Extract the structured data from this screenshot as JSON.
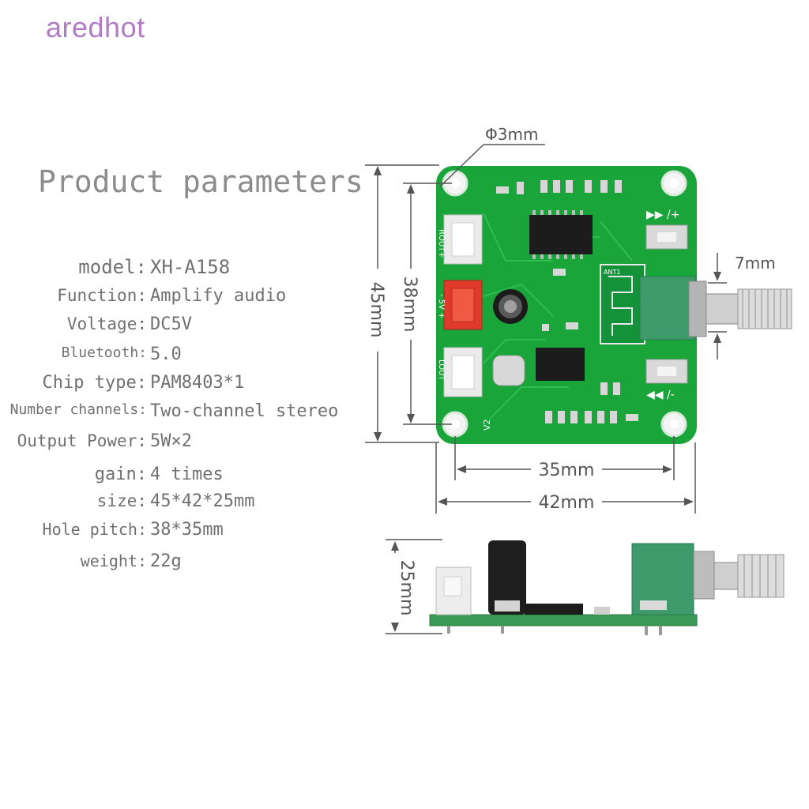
{
  "watermark": "aredhot",
  "heading": "Product parameters",
  "params": [
    {
      "label": "model:",
      "value": "XH-A158"
    },
    {
      "label": "Function:",
      "value": "Amplify audio"
    },
    {
      "label": "Voltage:",
      "value": "DC5V"
    },
    {
      "label": "Bluetooth:",
      "value": "5.0"
    },
    {
      "label": "Chip type:",
      "value": "PAM8403*1"
    },
    {
      "label": "Number channels:",
      "value": "Two-channel stereo"
    },
    {
      "label": "Output Power:",
      "value": "5W×2"
    },
    {
      "label": "gain:",
      "value": "4 times"
    },
    {
      "label": "size:",
      "value": "45*42*25mm"
    },
    {
      "label": "Hole pitch:",
      "value": "38*35mm"
    },
    {
      "label": "weight:",
      "value": "22g"
    }
  ],
  "dimensions": {
    "hole_diameter": "Φ3mm",
    "height_outer": "45mm",
    "height_holes": "38mm",
    "knob_shaft": "7mm",
    "width_holes": "35mm",
    "width_outer": "42mm",
    "side_height": "25mm"
  },
  "board_labels": {
    "version": "V2",
    "rout": "ROUT+",
    "lout": "LOUT",
    "power": "- 5V +",
    "ant": "ANT1"
  },
  "colors": {
    "pcb": "#1aa53a",
    "pcb_dark": "#0f7f2a",
    "connector_red": "#e03a2a",
    "connector_white": "#f1f1f1",
    "pot": "#3e9a6a",
    "shaft": "#c9c9c9"
  }
}
